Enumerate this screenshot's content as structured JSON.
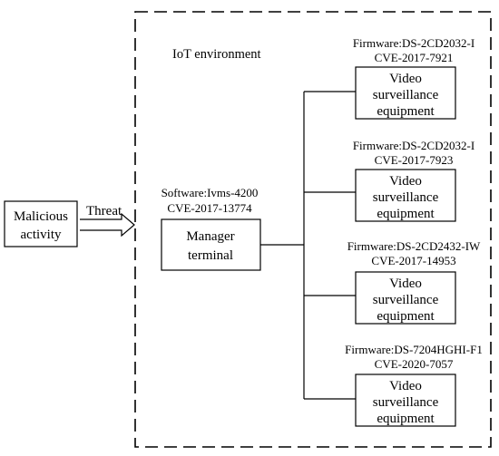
{
  "environment": {
    "label": "IoT environment"
  },
  "malicious": {
    "lines": [
      "Malicious",
      "activity"
    ]
  },
  "threat": {
    "label": "Threat"
  },
  "manager": {
    "software": "Software:Ivms-4200",
    "cve": "CVE-2017-13774",
    "lines": [
      "Manager",
      "terminal"
    ]
  },
  "devices": [
    {
      "firmware": "Firmware:DS-2CD2032-I",
      "cve": "CVE-2017-7921",
      "lines": [
        "Video",
        "surveillance",
        "equipment"
      ]
    },
    {
      "firmware": "Firmware:DS-2CD2032-I",
      "cve": "CVE-2017-7923",
      "lines": [
        "Video",
        "surveillance",
        "equipment"
      ]
    },
    {
      "firmware": "Firmware:DS-2CD2432-IW",
      "cve": "CVE-2017-14953",
      "lines": [
        "Video",
        "surveillance",
        "equipment"
      ]
    },
    {
      "firmware": "Firmware:DS-7204HGHI-F1",
      "cve": "CVE-2020-7057",
      "lines": [
        "Video",
        "surveillance",
        "equipment"
      ]
    }
  ],
  "colors": {
    "stroke": "#000000",
    "background": "#ffffff"
  }
}
